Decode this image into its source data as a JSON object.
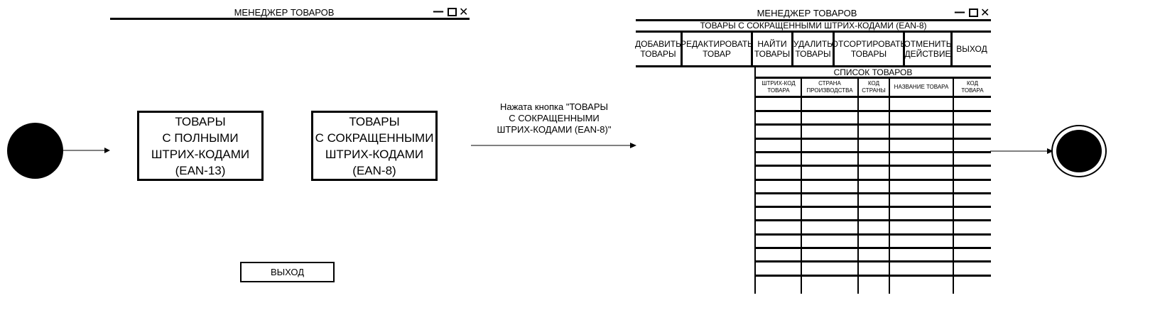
{
  "left_window": {
    "title": "МЕНЕДЖЕР ТОВАРОВ",
    "controls": {
      "minimize": "—",
      "maximize": "☐",
      "close": "✕"
    },
    "buttons": {
      "full_barcodes": "ТОВАРЫ\nС ПОЛНЫМИ\nШТРИХ-КОДАМИ\n(EAN-13)",
      "short_barcodes": "ТОВАРЫ\nС СОКРАЩЕННЫМИ\nШТРИХ-КОДАМИ\n(EAN-8)",
      "exit": "ВЫХОД"
    }
  },
  "transition": {
    "label": "Нажата кнопка \"ТОВАРЫ\nС СОКРАЩЕННЫМИ\nШТРИХ-КОДАМИ (EAN-8)\""
  },
  "right_window": {
    "title": "МЕНЕДЖЕР ТОВАРОВ",
    "controls": {
      "minimize": "—",
      "maximize": "☐",
      "close": "✕"
    },
    "subtitle": "ТОВАРЫ С СОКРАЩЕННЫМИ ШТРИХ-КОДАМИ (EAN-8)",
    "toolbar": [
      {
        "label": "ДОБАВИТЬ\nТОВАРЫ"
      },
      {
        "label": "РЕДАКТИРОВАТЬ\nТОВАР"
      },
      {
        "label": "НАЙТИ\nТОВАРЫ"
      },
      {
        "label": "УДАЛИТЬ\nТОВАРЫ"
      },
      {
        "label": "ОТСОРТИРОВАТЬ\nТОВАРЫ"
      },
      {
        "label": "ОТМЕНИТЬ\nДЕЙСТВИЕ"
      },
      {
        "label": "ВЫХОД"
      }
    ],
    "list": {
      "title": "СПИСОК ТОВАРОВ",
      "columns": [
        "ШТРИХ-КОД\nТОВАРА",
        "СТРАНА\nПРОИЗВОДСТВА",
        "КОД\nСТРАНЫ",
        "НАЗВАНИЕ ТОВАРА",
        "КОД\nТОВАРА"
      ]
    }
  }
}
